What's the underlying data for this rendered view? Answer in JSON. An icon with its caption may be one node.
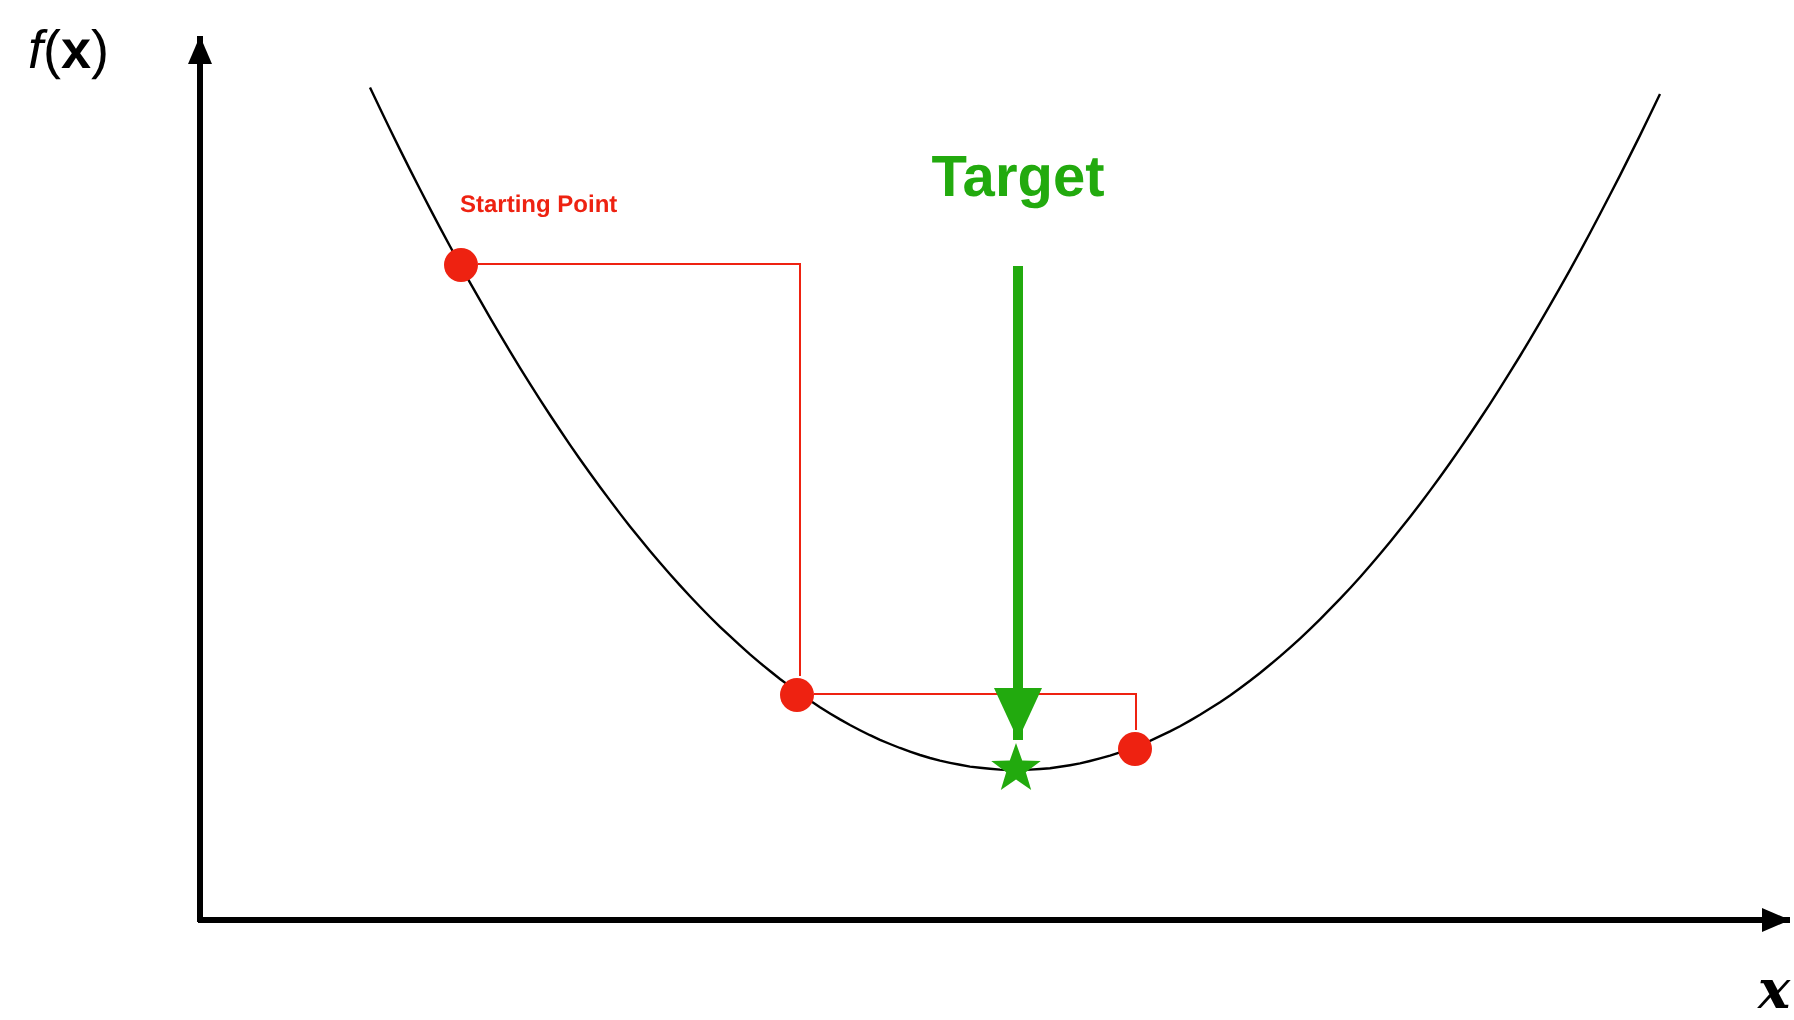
{
  "diagram": {
    "nodes": [
      {
        "text": [],
        "shape": "circle",
        "beside": [
          "Starting Point"
        ]
      },
      {
        "text": [],
        "shape": "circle"
      },
      {
        "text": [],
        "shape": "circle"
      },
      {
        "text": [
          "Target"
        ]
      },
      {
        "text": [],
        "shape": "star"
      }
    ],
    "edges": [
      {
        "from": 0,
        "to": 1,
        "arrow": "none"
      },
      {
        "from": 1,
        "to": 2,
        "arrow": "none"
      },
      {
        "from": 3,
        "to": 4,
        "arrow": "to",
        "style": "thick",
        "color": "#22aa0e"
      }
    ],
    "labels": [
      "*f*(**x**)",
      "x"
    ]
  }
}
